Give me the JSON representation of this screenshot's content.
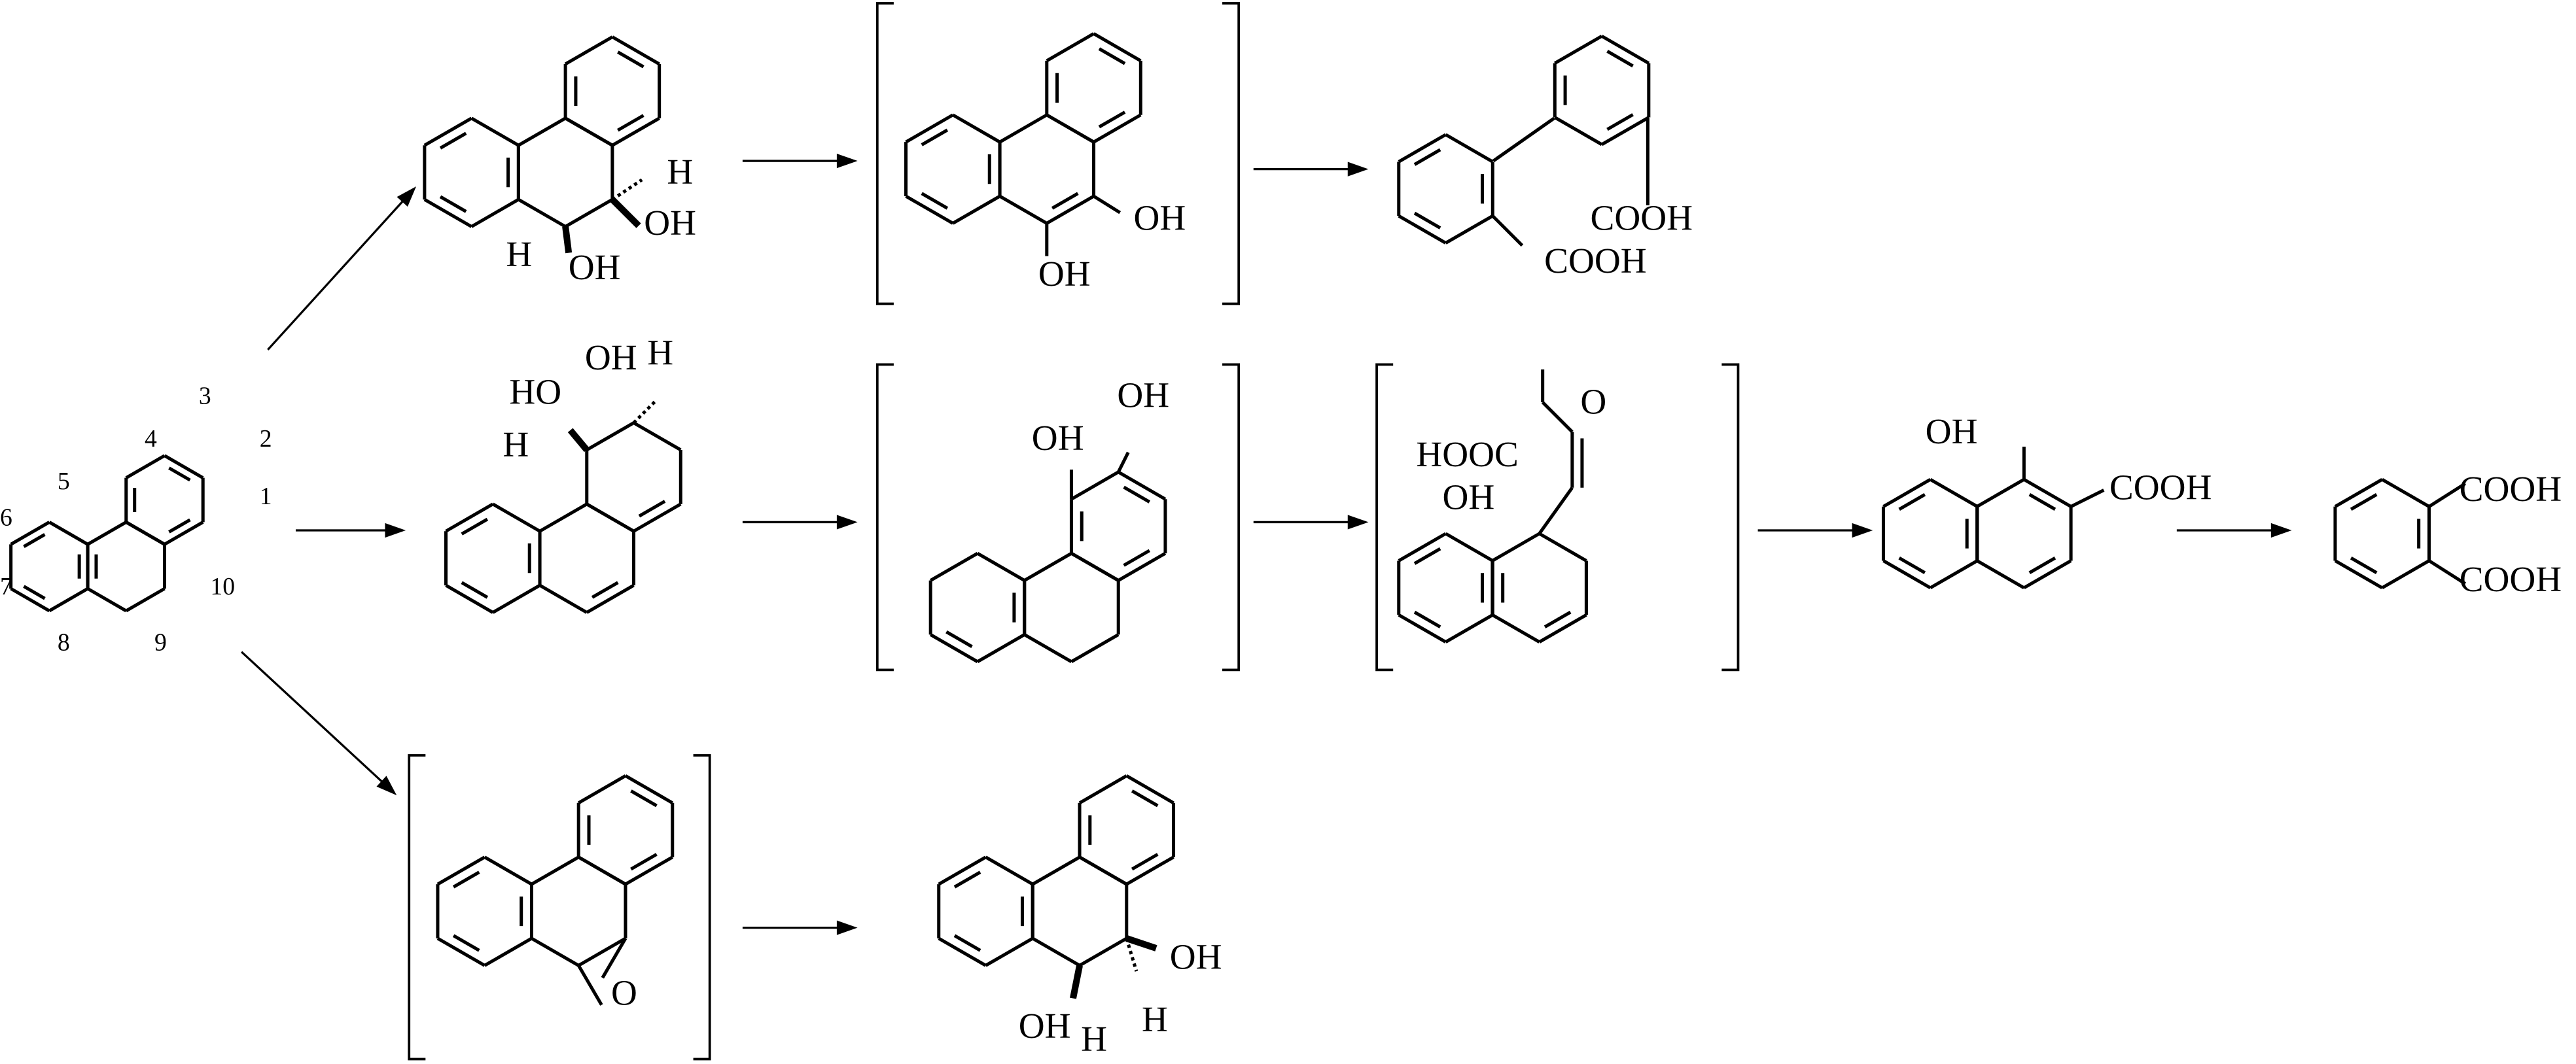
{
  "title": "Phenanthrene degradation pathways",
  "colors": {
    "ink": "#000000",
    "background": "#ffffff"
  },
  "numbering": [
    "1",
    "2",
    "3",
    "4",
    "5",
    "6",
    "7",
    "8",
    "9",
    "10"
  ],
  "labels": {
    "H": "H",
    "OH": "OH",
    "HO": "HO",
    "COOH": "COOH",
    "HOOC": "HOOC",
    "O": "O"
  }
}
